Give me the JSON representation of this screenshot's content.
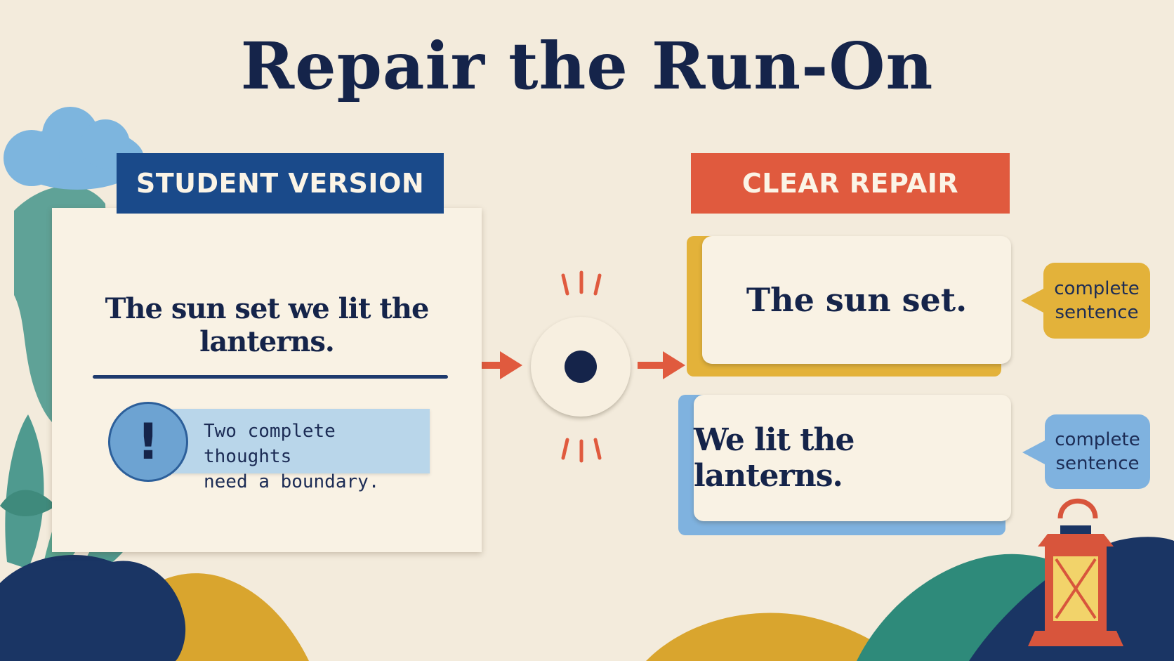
{
  "title": "Repair the Run-On",
  "student": {
    "banner": "STUDENT VERSION",
    "sentence": "The sun set we lit the lanterns.",
    "note_icon": "exclamation-icon",
    "note_lines": [
      "Two complete thoughts",
      "need a boundary."
    ]
  },
  "repair": {
    "banner": "CLEAR REPAIR",
    "sentences": [
      "The sun set.",
      "We lit the lanterns."
    ],
    "tags": [
      [
        "complete",
        "sentence"
      ],
      [
        "complete",
        "sentence"
      ]
    ]
  },
  "colors": {
    "navy": "#15244a",
    "blue_banner": "#1a4a8a",
    "orange": "#e05a3e",
    "yellow": "#e3b23a",
    "light_blue": "#7fb2df",
    "paper": "#f9f2e4",
    "background": "#f3ebdc"
  },
  "decor_icons": [
    "cloud-icon",
    "leaf-icon",
    "hill-icon",
    "lantern-icon",
    "arrow-right-icon",
    "radiating-lines-icon"
  ]
}
